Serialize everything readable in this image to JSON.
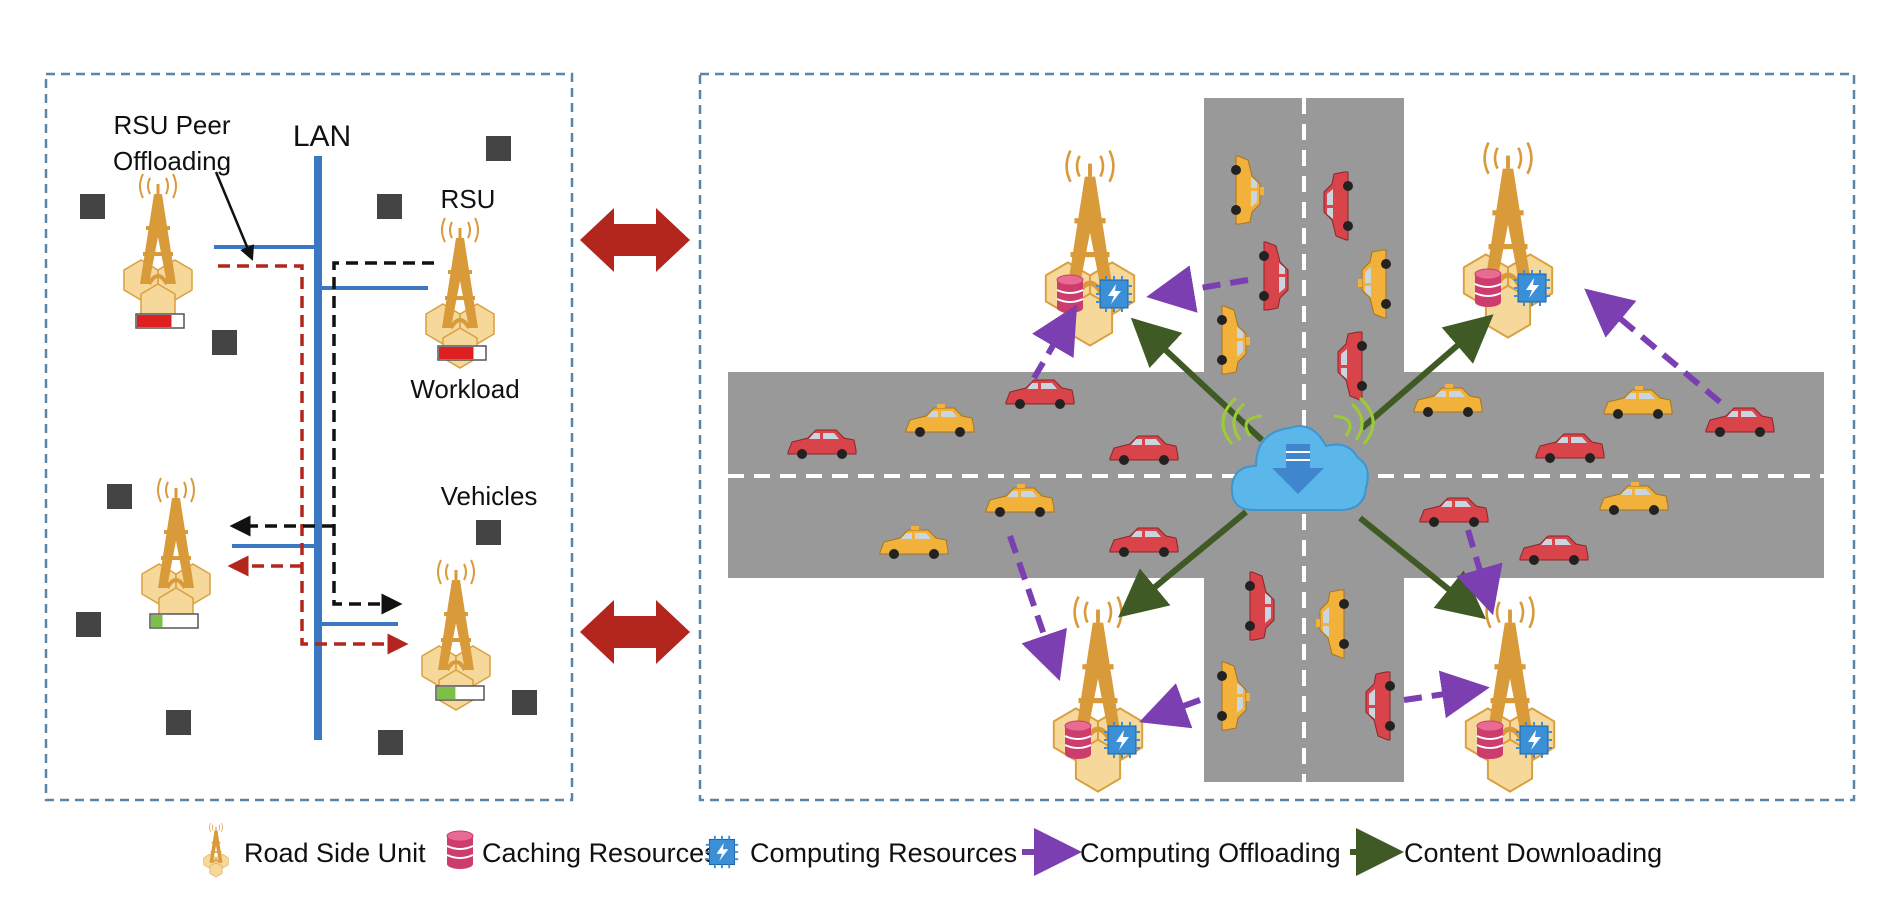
{
  "left_panel": {
    "labels": {
      "peer_line1": "RSU Peer",
      "peer_line2": "Offloading",
      "lan": "LAN",
      "rsu": "RSU",
      "workload": "Workload",
      "vehicles": "Vehicles"
    },
    "workloads": [
      0.75,
      0.75,
      0.25,
      0.4
    ]
  },
  "legend": {
    "road_side_unit": "Road Side Unit",
    "caching": "Caching Resources",
    "computing": "Computing Resources",
    "offloading": "Computing Offloading",
    "downloading": "Content Downloading"
  },
  "colors": {
    "panel_border": "#5b84a8",
    "lan": "#3a78c2",
    "peer_dash_red": "#b3261e",
    "peer_dash_black": "#111111",
    "big_arrow": "#b3261e",
    "road": "#999999",
    "offload_arrow": "#7b3fb1",
    "download_arrow": "#3f5a25",
    "cloud": "#5bb7ea",
    "tower": "#d99a3a",
    "hex": "#f5d89a",
    "cache": "#cc3c6c",
    "cpu": "#3a8fd6",
    "workload_red": "#e02020",
    "workload_green": "#7cc04a",
    "wifi": "#9ccc33",
    "car_red": "#d9434a",
    "car_yellow": "#f2b13a"
  },
  "icons": [
    "rsu-tower-icon",
    "caching-db-icon",
    "computing-chip-icon",
    "cloud-icon",
    "car-icon",
    "vehicle-square-icon",
    "wifi-icon"
  ]
}
